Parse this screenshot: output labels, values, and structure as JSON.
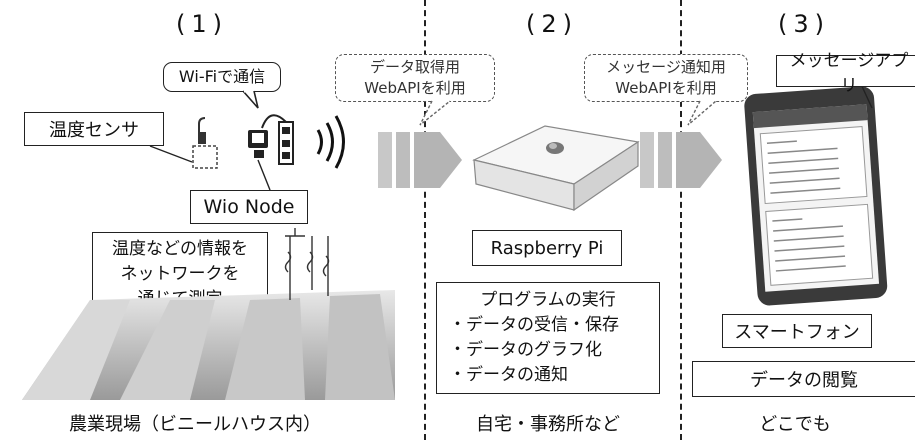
{
  "stages": [
    {
      "number": "(1)",
      "caption": "農業現場（ビニールハウス内）"
    },
    {
      "number": "(2)",
      "caption": "自宅・事務所など"
    },
    {
      "number": "(3)",
      "caption": "どこでも"
    }
  ],
  "stage1": {
    "wifi_bubble": "Wi-Fiで通信",
    "temp_sensor_label": "温度センサ",
    "wio_node_label": "Wio Node",
    "measure_box": [
      "温度などの情報を",
      "ネットワークを",
      "通じて測定"
    ]
  },
  "stage2": {
    "api_bubble": [
      "データ取得用",
      "WebAPIを利用"
    ],
    "device_label": "Raspberry Pi",
    "program_box": [
      "プログラムの実行",
      "・データの受信・保存",
      "・データのグラフ化",
      "・データの通知"
    ]
  },
  "stage3": {
    "api_bubble": [
      "メッセージ通知用",
      "WebAPIを利用"
    ],
    "app_label": "メッセージアプリ",
    "device_label": "スマートフォン",
    "action_label": "データの閲覧"
  },
  "colors": {
    "arrow_fill": "#bdbdbd",
    "line": "#222222"
  }
}
